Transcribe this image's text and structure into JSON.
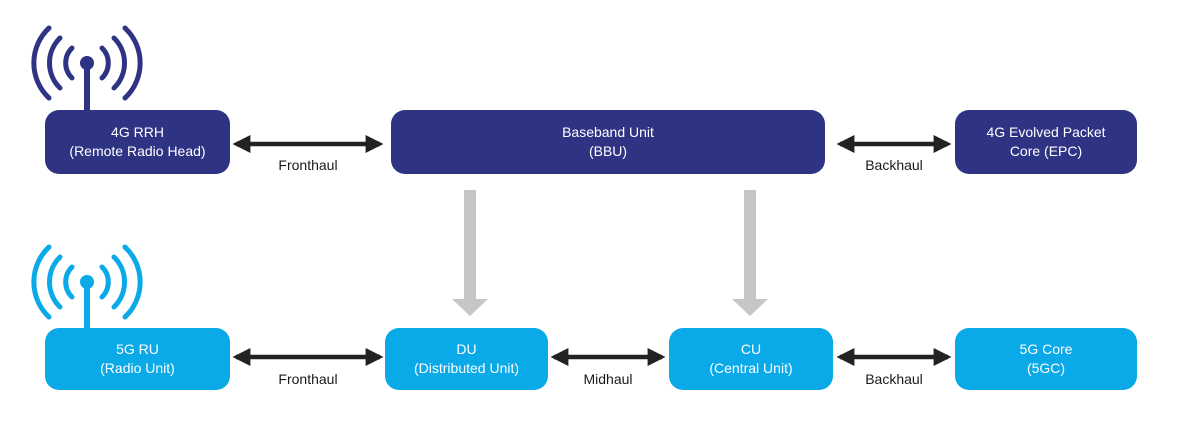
{
  "colors": {
    "legacy": "#2e3384",
    "nextgen": "#0aa9e8",
    "link_arrow": "#222222",
    "evolution_arrow": "#c6c6c6"
  },
  "antennas": {
    "top": {
      "icon": "radio-antenna-icon",
      "color": "#2e3384"
    },
    "bottom": {
      "icon": "radio-antenna-icon",
      "color": "#0aa9e8"
    }
  },
  "row_4g": {
    "rrh": {
      "line1": "4G RRH",
      "line2": "(Remote Radio Head)"
    },
    "bbu": {
      "line1": "Baseband Unit",
      "line2": "(BBU)"
    },
    "epc": {
      "line1": "4G Evolved Packet",
      "line2": "Core (EPC)"
    },
    "links": {
      "fronthaul": "Fronthaul",
      "backhaul": "Backhaul"
    }
  },
  "row_5g": {
    "ru": {
      "line1": "5G RU",
      "line2": "(Radio Unit)"
    },
    "du": {
      "line1": "DU",
      "line2": "(Distributed Unit)"
    },
    "cu": {
      "line1": "CU",
      "line2": "(Central Unit)"
    },
    "core": {
      "line1": "5G Core",
      "line2": "(5GC)"
    },
    "links": {
      "fronthaul": "Fronthaul",
      "midhaul": "Midhaul",
      "backhaul": "Backhaul"
    }
  }
}
